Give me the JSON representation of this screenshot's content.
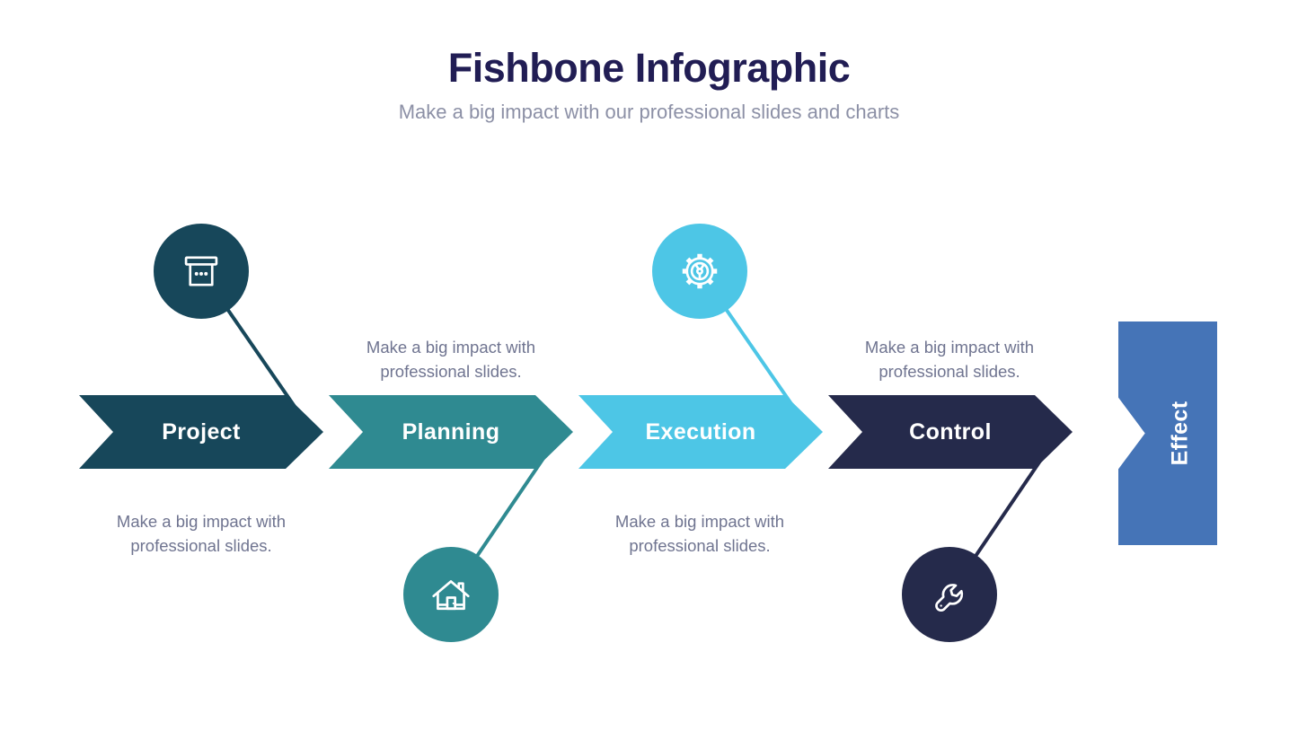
{
  "header": {
    "title": "Fishbone Infographic",
    "subtitle": "Make a big impact with our professional slides and charts",
    "title_color": "#211D54",
    "subtitle_color": "#8C90A6"
  },
  "description_text_color": "#6F7490",
  "stages": [
    {
      "label": "Project",
      "description": "Make a big impact with professional slides.",
      "color": "#17475A",
      "icon": "archive-box-icon",
      "circle_position": "above-arrow",
      "description_position": "below-arrow"
    },
    {
      "label": "Planning",
      "description": "Make a big impact with professional slides.",
      "color": "#2F8A91",
      "icon": "house-icon",
      "circle_position": "below-arrow",
      "description_position": "above-arrow"
    },
    {
      "label": "Execution",
      "description": "Make a big impact with professional slides.",
      "color": "#4DC6E6",
      "icon": "gear-wheel-icon",
      "circle_position": "above-arrow",
      "description_position": "below-arrow"
    },
    {
      "label": "Control",
      "description": "Make a big impact with professional slides.",
      "color": "#252A4B",
      "icon": "wrench-icon",
      "circle_position": "below-arrow",
      "description_position": "above-arrow"
    }
  ],
  "effect": {
    "label": "Effect",
    "color": "#4574B7"
  }
}
